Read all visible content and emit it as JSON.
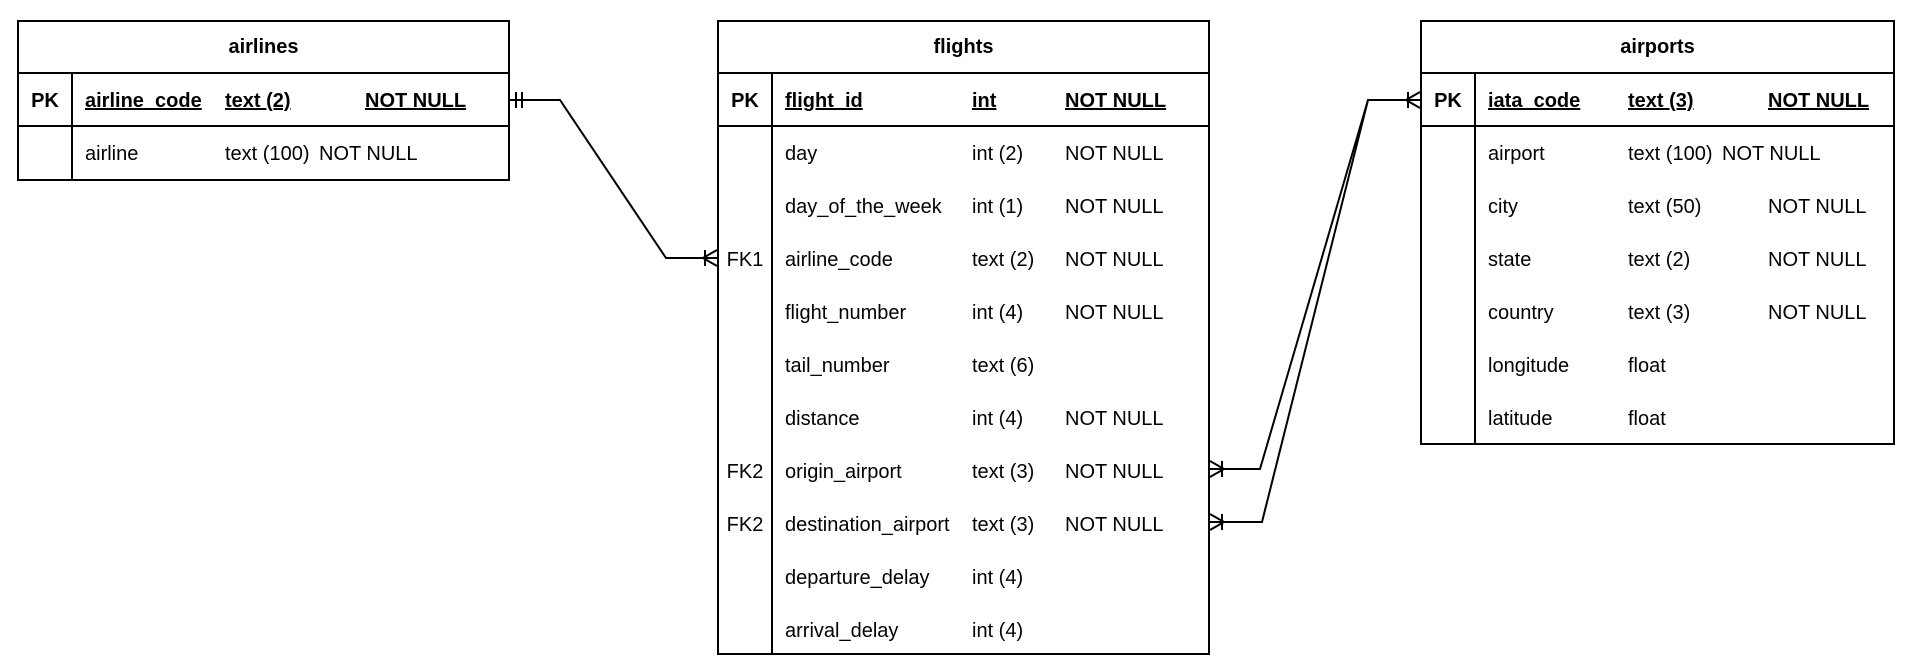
{
  "tables": {
    "airlines": {
      "title": "airlines",
      "pk": {
        "key": "PK",
        "name": "airline_code",
        "type": "text (2)",
        "constraint": "NOT NULL"
      },
      "rows": [
        {
          "key": "",
          "name": "airline",
          "type": "text (100)",
          "constraint": "NOT NULL"
        }
      ]
    },
    "flights": {
      "title": "flights",
      "pk": {
        "key": "PK",
        "name": "flight_id",
        "type": "int",
        "constraint": "NOT NULL"
      },
      "rows": [
        {
          "key": "",
          "name": "day",
          "type": "int (2)",
          "constraint": "NOT NULL"
        },
        {
          "key": "",
          "name": "day_of_the_week",
          "type": "int (1)",
          "constraint": "NOT NULL"
        },
        {
          "key": "FK1",
          "name": "airline_code",
          "type": "text (2)",
          "constraint": "NOT NULL"
        },
        {
          "key": "",
          "name": "flight_number",
          "type": "int (4)",
          "constraint": "NOT NULL"
        },
        {
          "key": "",
          "name": "tail_number",
          "type": "text (6)",
          "constraint": ""
        },
        {
          "key": "",
          "name": "distance",
          "type": "int (4)",
          "constraint": "NOT NULL"
        },
        {
          "key": "FK2",
          "name": "origin_airport",
          "type": "text (3)",
          "constraint": "NOT NULL"
        },
        {
          "key": "FK2",
          "name": "destination_airport",
          "type": "text (3)",
          "constraint": "NOT NULL"
        },
        {
          "key": "",
          "name": "departure_delay",
          "type": "int (4)",
          "constraint": ""
        },
        {
          "key": "",
          "name": "arrival_delay",
          "type": "int (4)",
          "constraint": ""
        }
      ]
    },
    "airports": {
      "title": "airports",
      "pk": {
        "key": "PK",
        "name": "iata_code",
        "type": "text (3)",
        "constraint": "NOT NULL"
      },
      "rows": [
        {
          "key": "",
          "name": "airport",
          "type": "text (100)",
          "constraint": "NOT NULL"
        },
        {
          "key": "",
          "name": "city",
          "type": "text (50)",
          "constraint": "NOT NULL"
        },
        {
          "key": "",
          "name": "state",
          "type": "text (2)",
          "constraint": "NOT NULL"
        },
        {
          "key": "",
          "name": "country",
          "type": "text (3)",
          "constraint": "NOT NULL"
        },
        {
          "key": "",
          "name": "longitude",
          "type": "float",
          "constraint": ""
        },
        {
          "key": "",
          "name": "latitude",
          "type": "float",
          "constraint": ""
        }
      ]
    }
  },
  "relationships": [
    {
      "from": "airlines.airline_code",
      "to": "flights.airline_code",
      "from_end": "one-and-only-one",
      "to_end": "one-or-many"
    },
    {
      "from": "airports.iata_code",
      "to": "flights.origin_airport",
      "from_end": "one-or-many",
      "to_end": "one-or-many"
    },
    {
      "from": "airports.iata_code",
      "to": "flights.destination_airport",
      "from_end": "one-or-many",
      "to_end": "one-or-many"
    }
  ],
  "colors": {
    "line": "#000000",
    "background": "#ffffff"
  }
}
